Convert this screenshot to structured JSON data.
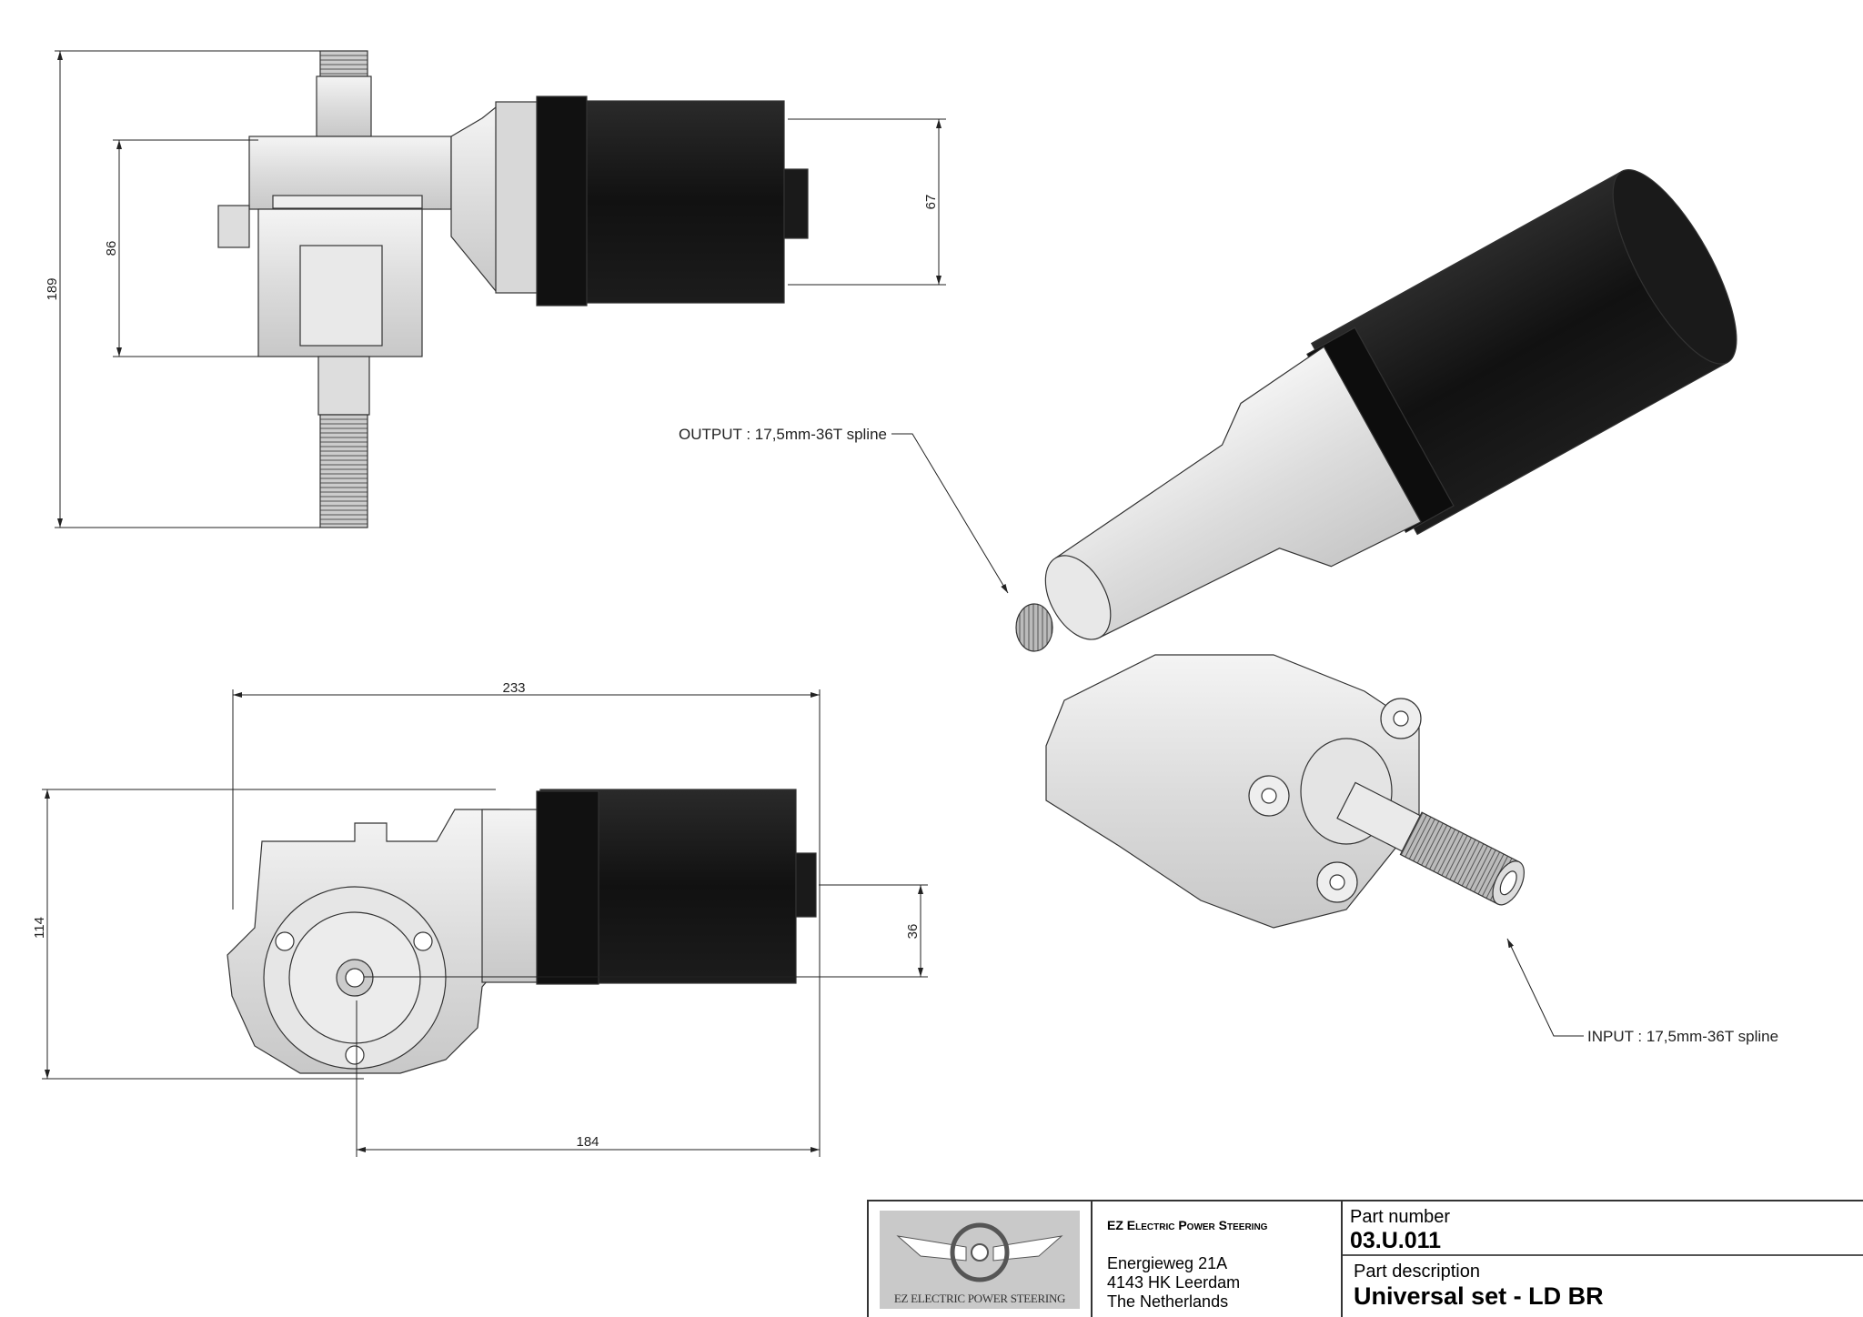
{
  "dimensions": {
    "top_overall_height": "189",
    "top_housing_height": "86",
    "top_motor_height": "67",
    "side_overall_length": "233",
    "side_overall_height": "114",
    "side_motor_offset": "36",
    "side_center_to_end": "184"
  },
  "callouts": {
    "output": "OUTPUT : 17,5mm-36T spline",
    "input": "INPUT : 17,5mm-36T spline"
  },
  "title_block": {
    "logo_text": "EZ ELECTRIC POWER STEERING",
    "company": "EZ Electric Power Steering",
    "address": [
      "Energieweg 21A",
      "4143 HK Leerdam",
      "The Netherlands"
    ],
    "part_number_label": "Part number",
    "part_number": "03.U.011",
    "part_description_label": "Part description",
    "part_description": "Universal set - LD BR"
  },
  "colors": {
    "motor": "#151515",
    "housing": "#e2e2e2",
    "line": "#333333"
  }
}
